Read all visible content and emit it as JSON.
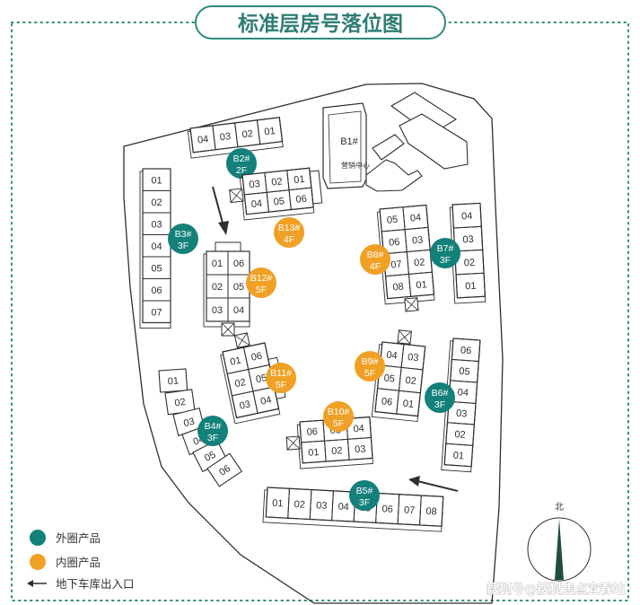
{
  "title": "标准层房号落位图",
  "colors": {
    "outer": "#13807a",
    "inner": "#f0a025",
    "line": "#2f2f2f",
    "frame": "#2e8b7c"
  },
  "legend": {
    "outer_label": "外圈产品",
    "inner_label": "内圈产品",
    "garage_label": "地下车库出入口"
  },
  "compass": {
    "north": "北"
  },
  "sales_center": {
    "name": "B1#",
    "label": "营销中心"
  },
  "watermark": "搜狐号@搜狐焦点宜春站",
  "buildings": [
    {
      "id": "B2",
      "name": "B2#",
      "floors": "2F",
      "type": "outer",
      "units": [
        "04",
        "03",
        "02",
        "01"
      ]
    },
    {
      "id": "B3",
      "name": "B3#",
      "floors": "3F",
      "type": "outer",
      "units": [
        "01",
        "02",
        "03",
        "04",
        "05",
        "06",
        "07"
      ]
    },
    {
      "id": "B13",
      "name": "B13#",
      "floors": "4F",
      "type": "inner",
      "units": [
        "03",
        "02",
        "01",
        "04",
        "05",
        "06"
      ]
    },
    {
      "id": "B12",
      "name": "B12#",
      "floors": "5F",
      "type": "inner",
      "units": [
        "01",
        "06",
        "02",
        "05",
        "03",
        "04"
      ]
    },
    {
      "id": "B8",
      "name": "B8#",
      "floors": "4F",
      "type": "inner",
      "units": [
        "05",
        "04",
        "06",
        "03",
        "07",
        "02",
        "08",
        "01"
      ]
    },
    {
      "id": "B7",
      "name": "B7#",
      "floors": "3F",
      "type": "outer",
      "units": [
        "04",
        "03",
        "02",
        "01"
      ]
    },
    {
      "id": "B11",
      "name": "B11#",
      "floors": "5F",
      "type": "inner",
      "units": [
        "01",
        "06",
        "02",
        "05",
        "03",
        "04"
      ]
    },
    {
      "id": "B9",
      "name": "B9#",
      "floors": "5F",
      "type": "inner",
      "units": [
        "04",
        "03",
        "05",
        "02",
        "06",
        "01"
      ]
    },
    {
      "id": "B6",
      "name": "B6#",
      "floors": "3F",
      "type": "outer",
      "units": [
        "06",
        "05",
        "04",
        "03",
        "02",
        "01"
      ]
    },
    {
      "id": "B4",
      "name": "B4#",
      "floors": "3F",
      "type": "outer",
      "units": [
        "01",
        "02",
        "03",
        "04",
        "05",
        "06"
      ]
    },
    {
      "id": "B10",
      "name": "B10#",
      "floors": "5F",
      "type": "inner",
      "units": [
        "06",
        "05",
        "04",
        "01",
        "02",
        "03"
      ]
    },
    {
      "id": "B5",
      "name": "B5#",
      "floors": "3F",
      "type": "outer",
      "units": [
        "01",
        "02",
        "03",
        "04",
        "05",
        "06",
        "07",
        "08"
      ]
    }
  ]
}
